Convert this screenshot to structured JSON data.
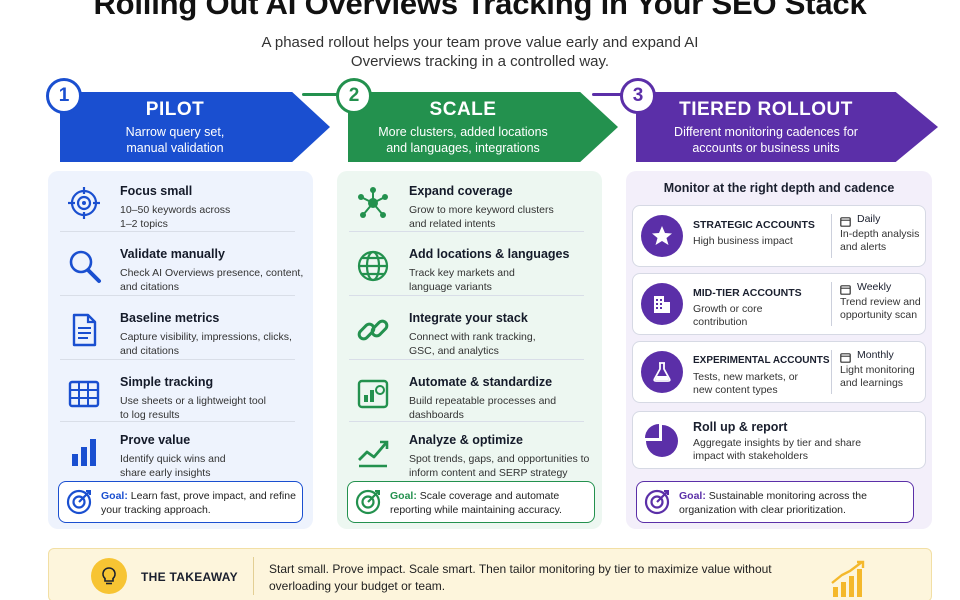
{
  "header": {
    "title": "Rolling Out AI Overviews Tracking in Your SEO Stack",
    "subtitle": "A phased rollout helps your team prove value early and expand AI Overviews tracking in a controlled way."
  },
  "colors": {
    "pilot": "#1a4fd0",
    "scale": "#23914e",
    "tiered": "#5b2fa8"
  },
  "phases": [
    {
      "number": "1",
      "name": "PILOT",
      "description": "Narrow query set, manual validation",
      "items": [
        {
          "icon": "target-icon",
          "title": "Focus small",
          "description": "10–50 keywords across 1–2 topics"
        },
        {
          "icon": "magnifier-icon",
          "title": "Validate manually",
          "description": "Check AI Overviews presence, content, and citations"
        },
        {
          "icon": "document-icon",
          "title": "Baseline metrics",
          "description": "Capture visibility, impressions, clicks, and citations"
        },
        {
          "icon": "spreadsheet-icon",
          "title": "Simple tracking",
          "description": "Use sheets or a lightweight tool to log results"
        },
        {
          "icon": "bar-chart-icon",
          "title": "Prove value",
          "description": "Identify quick wins and share early insights"
        }
      ],
      "goal": {
        "label": "Goal:",
        "text": "Learn fast, prove impact, and refine your tracking approach."
      }
    },
    {
      "number": "2",
      "name": "SCALE",
      "description": "More clusters, added locations and languages, integrations",
      "items": [
        {
          "icon": "network-icon",
          "title": "Expand coverage",
          "description": "Grow to more keyword clusters and related intents"
        },
        {
          "icon": "globe-icon",
          "title": "Add locations & languages",
          "description": "Track key markets and language variants"
        },
        {
          "icon": "link-icon",
          "title": "Integrate your stack",
          "description": "Connect with rank tracking, GSC, and analytics"
        },
        {
          "icon": "dashboard-icon",
          "title": "Automate & standardize",
          "description": "Build repeatable processes and dashboards"
        },
        {
          "icon": "trend-line-icon",
          "title": "Analyze & optimize",
          "description": "Spot trends, gaps, and opportunities to inform content and SERP strategy"
        }
      ],
      "goal": {
        "label": "Goal:",
        "text": "Scale coverage and automate reporting while maintaining accuracy."
      }
    },
    {
      "number": "3",
      "name": "TIERED ROLLOUT",
      "description": "Different monitoring cadences for accounts or business units",
      "heading": "Monitor at the right depth and cadence",
      "tiers": [
        {
          "icon": "star-icon",
          "name": "STRATEGIC ACCOUNTS",
          "impact": "High business impact",
          "cadence": "Daily",
          "cadence_desc": "In-depth analysis and alerts"
        },
        {
          "icon": "building-icon",
          "name": "MID-TIER ACCOUNTS",
          "impact": "Growth or core contribution",
          "cadence": "Weekly",
          "cadence_desc": "Trend review and opportunity scan"
        },
        {
          "icon": "flask-icon",
          "name": "EXPERIMENTAL ACCOUNTS",
          "impact": "Tests, new markets, or new content types",
          "cadence": "Monthly",
          "cadence_desc": "Light monitoring and learnings"
        }
      ],
      "rollup": {
        "icon": "pie-chart-icon",
        "title": "Roll up & report",
        "description": "Aggregate insights by tier and share impact with stakeholders"
      },
      "goal": {
        "label": "Goal:",
        "text": "Sustainable monitoring across the organization with clear prioritization."
      }
    }
  ],
  "takeaway": {
    "label": "THE TAKEAWAY",
    "text": "Start small. Prove impact. Scale smart. Then tailor monitoring by tier to maximize value without overloading your budget or team."
  }
}
